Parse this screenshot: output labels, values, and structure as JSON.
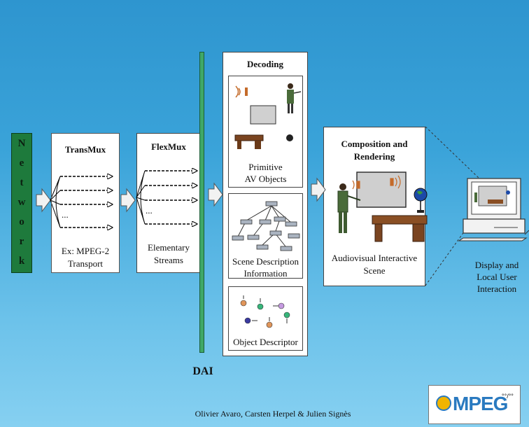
{
  "network": {
    "letters": [
      "N",
      "e",
      "t",
      "w",
      "o",
      "r",
      "k"
    ]
  },
  "transmux": {
    "title": "TransMux",
    "caption_line1": "Ex: MPEG-2",
    "caption_line2": "Transport",
    "ellipsis": "..."
  },
  "flexmux": {
    "title": "FlexMux",
    "caption_line1": "Elementary",
    "caption_line2": "Streams",
    "ellipsis": "..."
  },
  "dai": {
    "label": "DAI"
  },
  "decoding": {
    "title": "Decoding",
    "primitive_line1": "Primitive",
    "primitive_line2": "AV Objects",
    "scene_line1": "Scene Description",
    "scene_line2": "Information",
    "object_descriptor": "Object Descriptor"
  },
  "composition": {
    "title_line1": "Composition and",
    "title_line2": "Rendering",
    "caption_line1": "Audiovisual Interactive",
    "caption_line2": "Scene"
  },
  "display": {
    "line1": "Display and",
    "line2": "Local User",
    "line3": "Interaction"
  },
  "footer": {
    "authors": "Olivier Avaro, Carsten Herpel & Julien Signès"
  },
  "logo": {
    "text": "MPEG",
    "suffix": "°°/°°"
  },
  "colors": {
    "network": "#1e7a3c",
    "dai_bar": "#3fa868",
    "background": "#3aa3d9"
  }
}
